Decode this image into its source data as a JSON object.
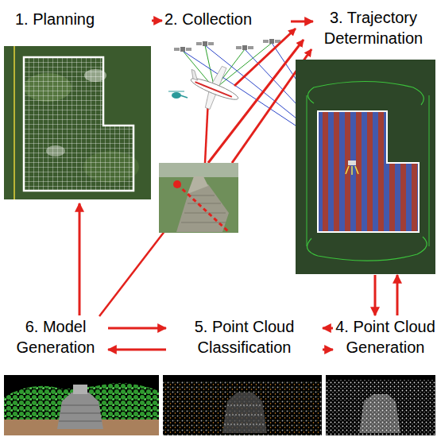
{
  "diagram": {
    "nodes": [
      {
        "text": [
          "1. Planning"
        ]
      },
      {
        "text": [
          "2. Collection"
        ]
      },
      {
        "text": [
          "3. Trajectory Determination"
        ]
      },
      {
        "text": [
          "4. Point Cloud Generation"
        ]
      },
      {
        "text": [
          "5. Point Cloud Classification"
        ]
      },
      {
        "text": [
          "6. Model Generation"
        ]
      }
    ],
    "edges": [
      {
        "from": 0,
        "to": 1,
        "arrow": "to"
      },
      {
        "from": 1,
        "to": 2,
        "arrow": "to"
      },
      {
        "from": 2,
        "to": 3,
        "arrow": "to"
      },
      {
        "from": 3,
        "to": 2,
        "arrow": "to"
      },
      {
        "from": 3,
        "to": 4,
        "arrow": "to"
      },
      {
        "from": 4,
        "to": 3,
        "arrow": "to"
      },
      {
        "from": 5,
        "to": 4,
        "arrow": "to"
      },
      {
        "from": 4,
        "to": 5,
        "arrow": "to"
      },
      {
        "from": 5,
        "to": 0,
        "arrow": "to"
      }
    ]
  }
}
